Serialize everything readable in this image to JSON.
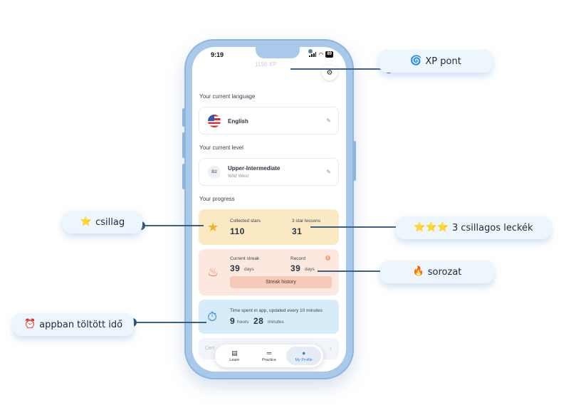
{
  "status_bar": {
    "time": "9:19",
    "battery": "89"
  },
  "profile": {
    "xp": "1150 XP",
    "language_section_title": "Your current language",
    "language": "English",
    "level_section_title": "Your current level",
    "level_badge": "B2",
    "level_name": "Upper-Intermediate",
    "level_subtitle": "Wild West",
    "progress_section_title": "Your progress",
    "stars": {
      "collected_label": "Collected stars",
      "collected_value": "110",
      "three_star_label": "3 star lessons",
      "three_star_value": "31"
    },
    "streak": {
      "current_label": "Current streak",
      "current_value": "39",
      "current_unit": "days",
      "record_label": "Record",
      "record_value": "39",
      "record_unit": "days",
      "history_button": "Streak history"
    },
    "time_spent": {
      "label": "Time spent in app, updated every 10 minutes",
      "hours_value": "9",
      "hours_unit": "hours",
      "minutes_value": "28",
      "minutes_unit": "minutes"
    },
    "certificate_partial": "Cert"
  },
  "nav": {
    "items": [
      {
        "label": "Learn",
        "icon": "book-icon"
      },
      {
        "label": "Practice",
        "icon": "dumbbell-icon"
      },
      {
        "label": "My Profile",
        "icon": "person-icon"
      }
    ],
    "active_index": 2
  },
  "callouts": {
    "xp": "XP pont",
    "stars": "csillag",
    "three_star": "3 csillagos leckék",
    "streak": "sorozat",
    "time": "appban töltött idő"
  },
  "colors": {
    "phone_frame": "#a9c9ea",
    "stars_card": "#fbe9c4",
    "streak_card": "#fde8df",
    "time_card": "#d6ecf9",
    "active_nav": "#3a84e0",
    "connector": "#2d4b6b"
  }
}
